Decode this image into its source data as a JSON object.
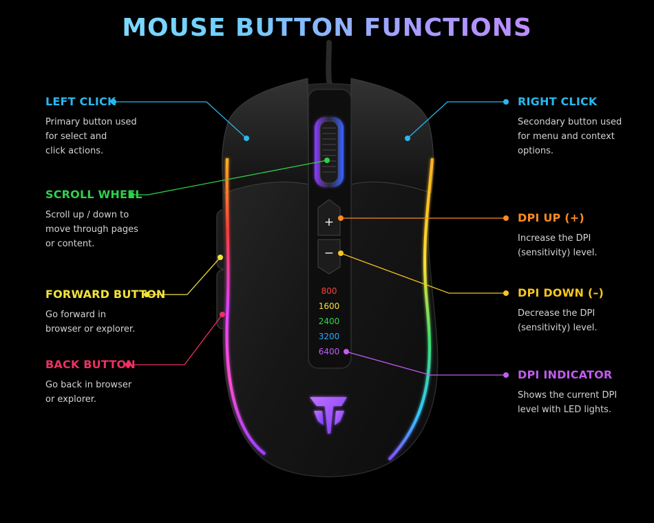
{
  "title": "MOUSE BUTTON FUNCTIONS",
  "buttons": {
    "plus_symbol": "+",
    "minus_symbol": "−"
  },
  "callouts": [
    {
      "id": "left-click",
      "heading": "LEFT CLICK",
      "description": "Primary button used\nfor select and\nclick actions.",
      "color": "#28b8ee"
    },
    {
      "id": "scroll-wheel",
      "heading": "SCROLL WHEEL",
      "description": "Scroll up / down to\nmove through pages\nor content.",
      "color": "#2ed14a"
    },
    {
      "id": "forward-button",
      "heading": "FORWARD BUTTON",
      "description": "Go forward in\nbrowser or explorer.",
      "color": "#f3e33a"
    },
    {
      "id": "back-button",
      "heading": "BACK BUTTON",
      "description": "Go back in browser\nor explorer.",
      "color": "#ef2f62"
    },
    {
      "id": "right-click",
      "heading": "RIGHT CLICK",
      "description": "Secondary button used\nfor menu and context\noptions.",
      "color": "#28b8ee"
    },
    {
      "id": "dpi-up",
      "heading": "DPI UP (+)",
      "description": "Increase the DPI\n(sensitivity) level.",
      "color": "#ff8a1e"
    },
    {
      "id": "dpi-down",
      "heading": "DPI DOWN (–)",
      "description": "Decrease the DPI\n(sensitivity) level.",
      "color": "#f7c51e"
    },
    {
      "id": "dpi-indicator",
      "heading": "DPI INDICATOR",
      "description": "Shows the current DPI\nlevel with LED lights.",
      "color": "#c25cf0"
    }
  ],
  "dpi_levels": [
    {
      "value": "800",
      "color": "#ff4040"
    },
    {
      "value": "1600",
      "color": "#f4e23a"
    },
    {
      "value": "2400",
      "color": "#34d44d"
    },
    {
      "value": "3200",
      "color": "#2ea8ff"
    },
    {
      "value": "6400",
      "color": "#c05cff"
    }
  ]
}
